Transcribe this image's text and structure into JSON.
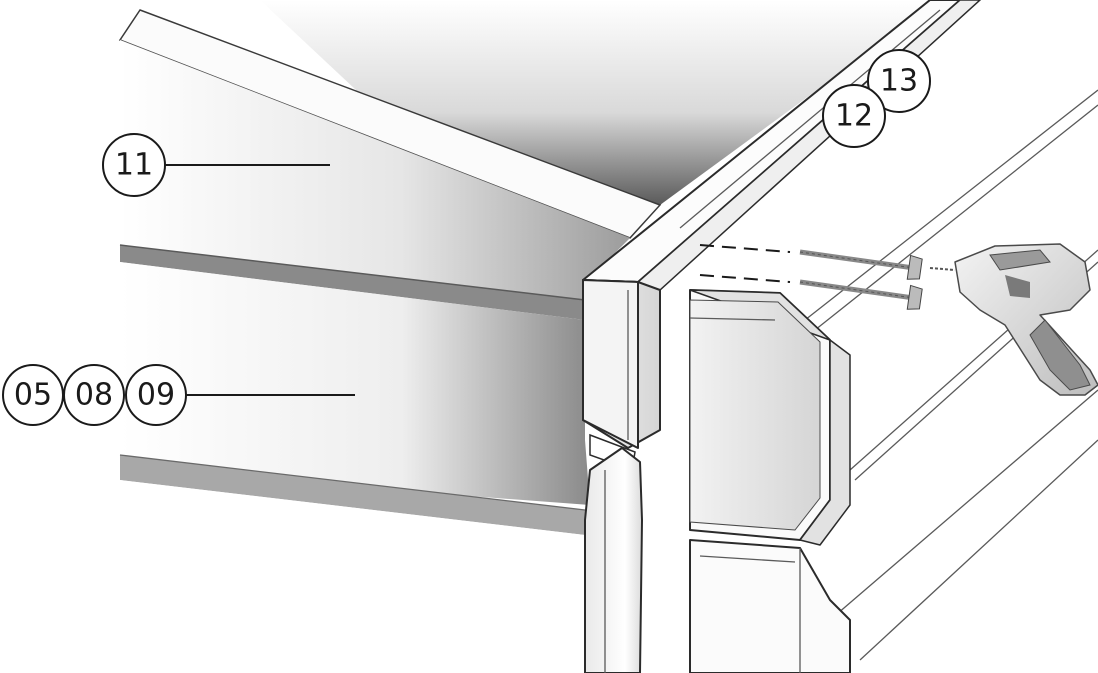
{
  "callouts": {
    "c11": "11",
    "c12": "12",
    "c13": "13",
    "c05": "05",
    "c08": "08",
    "c09": "09"
  },
  "colors": {
    "line": "#1a1a1a",
    "shade_dark": "#6e6e6e",
    "shade_light": "#ffffff"
  },
  "icons": {
    "screws": "screw-icon",
    "drill": "cordless-drill-icon"
  }
}
